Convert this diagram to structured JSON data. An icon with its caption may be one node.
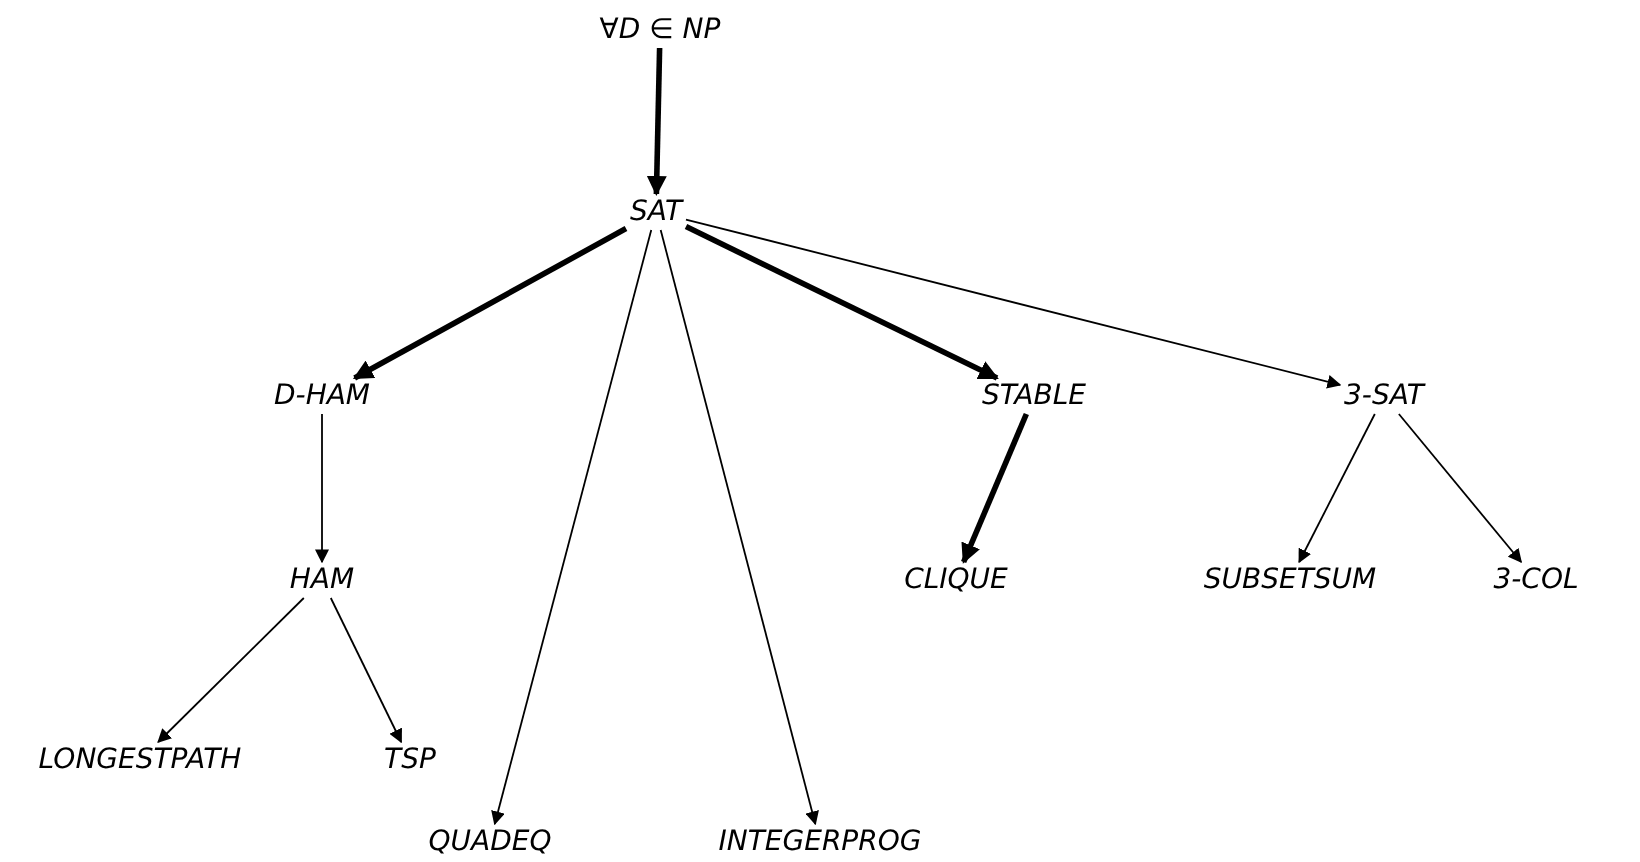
{
  "diagram": {
    "nodes": [
      {
        "text": [
          "∀*D* ∈ *NP*"
        ]
      },
      {
        "text": [
          "SAT"
        ]
      },
      {
        "text": [
          "D-HAM"
        ]
      },
      {
        "text": [
          "HAM"
        ]
      },
      {
        "text": [
          "LONGESTPATH"
        ]
      },
      {
        "text": [
          "TSP"
        ]
      },
      {
        "text": [
          "QUADEQ"
        ]
      },
      {
        "text": [
          "INTEGERPROG"
        ]
      },
      {
        "text": [
          "STABLE"
        ]
      },
      {
        "text": [
          "CLIQUE"
        ]
      },
      {
        "text": [
          "3-SAT"
        ]
      },
      {
        "text": [
          "SUBSETSUM"
        ]
      },
      {
        "text": [
          "3-COL"
        ]
      }
    ],
    "edges": [
      {
        "from": 0,
        "to": 1,
        "arrow": "to",
        "style": "thick"
      },
      {
        "from": 1,
        "to": 2,
        "arrow": "to",
        "style": "thick"
      },
      {
        "from": 1,
        "to": 6,
        "arrow": "to"
      },
      {
        "from": 1,
        "to": 7,
        "arrow": "to"
      },
      {
        "from": 1,
        "to": 8,
        "arrow": "to",
        "style": "thick"
      },
      {
        "from": 1,
        "to": 10,
        "arrow": "to"
      },
      {
        "from": 2,
        "to": 3,
        "arrow": "to"
      },
      {
        "from": 3,
        "to": 4,
        "arrow": "to"
      },
      {
        "from": 3,
        "to": 5,
        "arrow": "to"
      },
      {
        "from": 8,
        "to": 9,
        "arrow": "to",
        "style": "thick"
      },
      {
        "from": 10,
        "to": 11,
        "arrow": "to"
      },
      {
        "from": 10,
        "to": 12,
        "arrow": "to"
      }
    ]
  }
}
